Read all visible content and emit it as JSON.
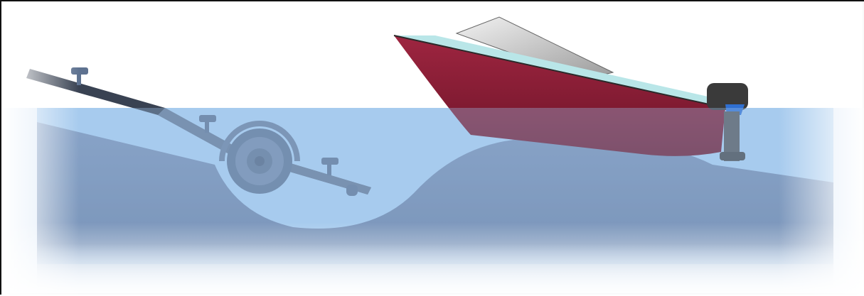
{
  "illustration": {
    "subject": "",
    "colors": {
      "water_surface": "#a9cdee",
      "water_deep": "#6f86a8",
      "boat_hull": "#8b1f35",
      "boat_stripe": "#b9e6e8",
      "windshield": "#c9c9c9",
      "motor": "#3a3a3a",
      "trailer": "#6f839e"
    },
    "icons": [
      "boat",
      "outboard-motor",
      "boat-trailer",
      "trailer-wheel"
    ]
  }
}
